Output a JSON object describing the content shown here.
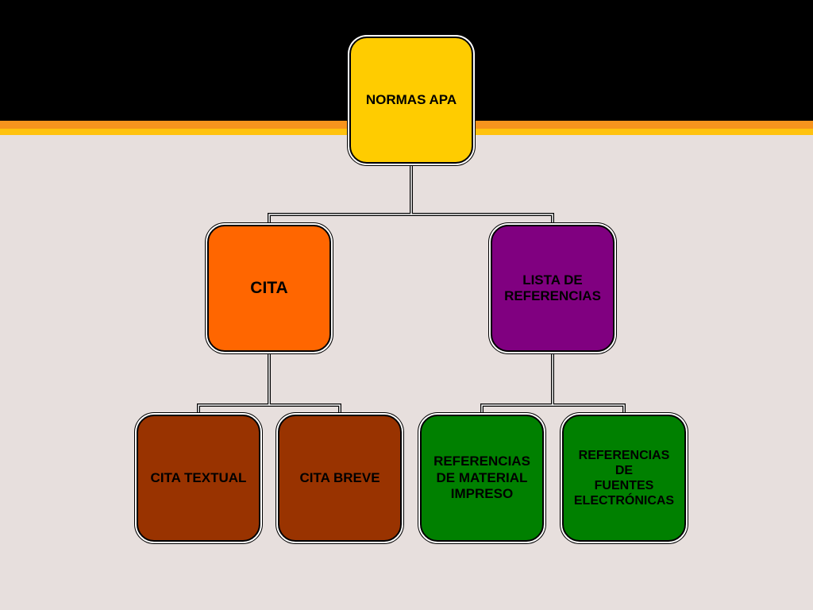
{
  "diagram": {
    "nodes": {
      "root": "NORMAS APA",
      "cita": "CITA",
      "lista": "LISTA DE\nREFERENCIAS",
      "cita_textual": "CITA TEXTUAL",
      "cita_breve": "CITA BREVE",
      "ref_impreso": "REFERENCIAS\nDE MATERIAL\nIMPRESO",
      "ref_electronicas": "REFERENCIAS\nDE\nFUENTES\nELECTRÓNICAS"
    },
    "edges": [
      [
        "root",
        "cita"
      ],
      [
        "root",
        "lista"
      ],
      [
        "cita",
        "cita_textual"
      ],
      [
        "cita",
        "cita_breve"
      ],
      [
        "lista",
        "ref_impreso"
      ],
      [
        "lista",
        "ref_electronicas"
      ]
    ],
    "colors": {
      "root": "#ffcc00",
      "cita": "#ff6600",
      "lista": "#800080",
      "cita_children": "#993300",
      "lista_children": "#008000",
      "header_band": "#000000",
      "accent_orange": "#f7941d",
      "accent_yellow": "#ffc20e",
      "background": "#e7dfdd"
    }
  }
}
